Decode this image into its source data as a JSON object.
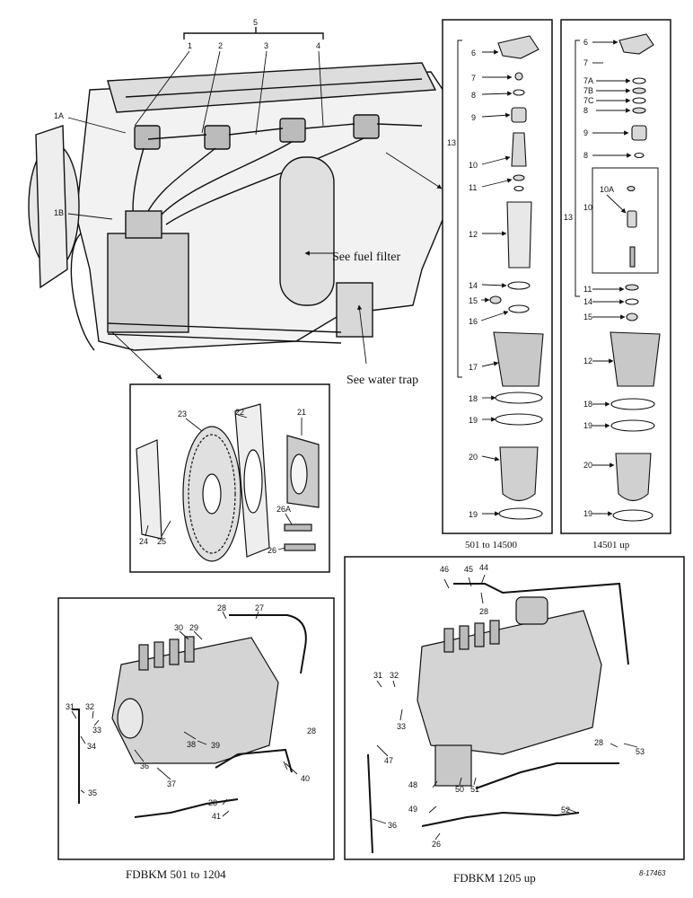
{
  "engine": {
    "callouts": [
      "5",
      "1",
      "2",
      "3",
      "4",
      "1A",
      "1B"
    ],
    "notes": {
      "fuel_filter": "See fuel filter",
      "water_trap": "See water trap"
    }
  },
  "gear_inset": {
    "callouts": [
      "23",
      "22",
      "21",
      "26A",
      "26",
      "24",
      "25"
    ]
  },
  "nozzle_a": {
    "callouts": [
      "6",
      "7",
      "8",
      "9",
      "10",
      "11",
      "12",
      "13",
      "14",
      "15",
      "16",
      "17",
      "18",
      "19",
      "20",
      "19"
    ],
    "caption": "501 to 14500"
  },
  "nozzle_b": {
    "callouts": [
      "6",
      "7",
      "7A",
      "7B",
      "7C",
      "8",
      "9",
      "8",
      "10",
      "10A",
      "13",
      "11",
      "14",
      "15",
      "12",
      "18",
      "19",
      "20",
      "19"
    ],
    "caption": "14501 up"
  },
  "pump_a": {
    "callouts": [
      "28",
      "27",
      "30",
      "29",
      "31",
      "32",
      "33",
      "34",
      "35",
      "36",
      "37",
      "38",
      "39",
      "28",
      "40",
      "28",
      "41"
    ],
    "caption": "FDBKM 501 to 1204"
  },
  "pump_b": {
    "callouts": [
      "46",
      "45",
      "44",
      "28",
      "31",
      "32",
      "33",
      "47",
      "48",
      "49",
      "50",
      "51",
      "36",
      "26",
      "28",
      "53",
      "52"
    ],
    "caption": "FDBKM 1205 up"
  },
  "ref_number": "8-17463"
}
